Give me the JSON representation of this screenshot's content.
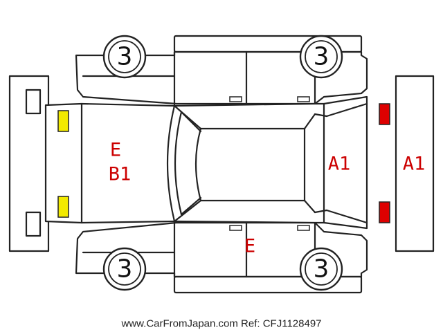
{
  "diagram": {
    "tires": {
      "front_left": "3",
      "front_right": "3",
      "rear_left": "3",
      "rear_right": "3"
    },
    "damage_codes": {
      "hood_line1": "E",
      "hood_line2": "B1",
      "rear_glass": "A1",
      "rear_bumper": "A1",
      "right_side_door": "E"
    },
    "colors": {
      "damage_text": "#cc0000",
      "front_lights": "#f2ea00",
      "rear_lights": "#dd0000",
      "outline": "#222222"
    },
    "footer": "www.CarFromJapan.com Ref: CFJ1128497"
  }
}
